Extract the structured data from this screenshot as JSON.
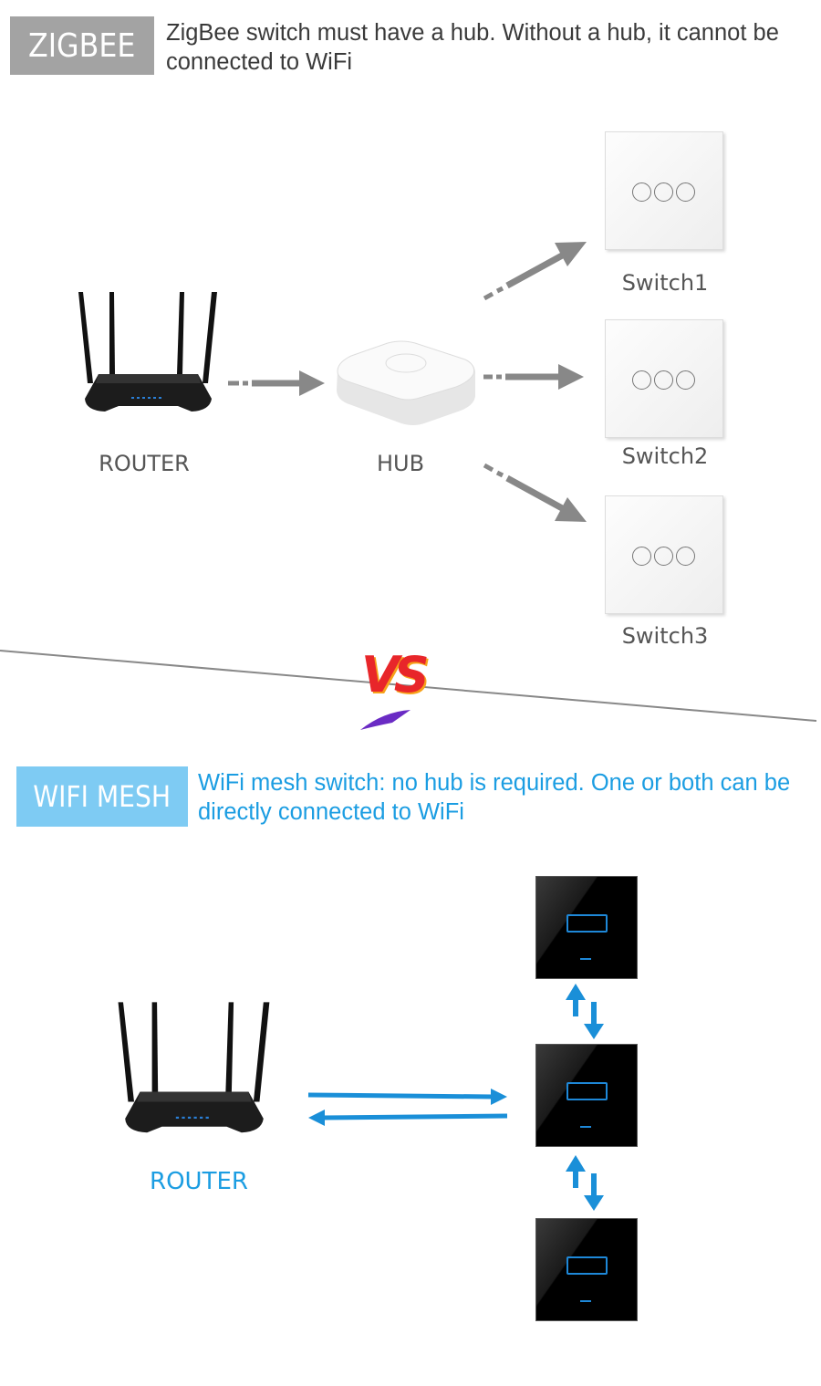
{
  "zigbee": {
    "badge": "ZIGBEE",
    "description": "ZigBee switch must have a hub. Without a hub, it cannot be connected to WiFi",
    "router_label": "ROUTER",
    "hub_label": "HUB",
    "switches": [
      "Switch1",
      "Switch2",
      "Switch3"
    ],
    "badge_color": "#a3a3a3",
    "text_color": "#3a3a3a"
  },
  "vs": {
    "text": "VS"
  },
  "wifi_mesh": {
    "badge": "WIFI MESH",
    "description": "WiFi mesh switch: no hub is required. One or both can be directly connected to WiFi",
    "router_label": "ROUTER",
    "badge_color": "#7ecbf3",
    "text_color": "#1b9de2"
  }
}
